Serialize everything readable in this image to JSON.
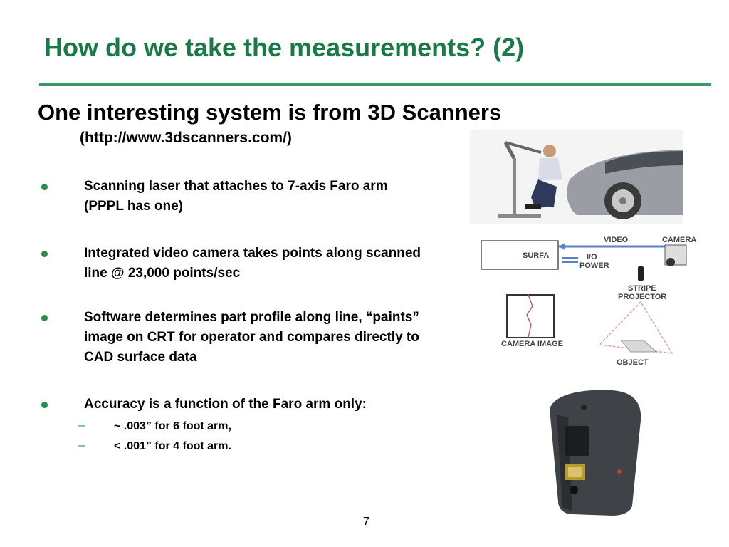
{
  "slide": {
    "title": "How do we take the measurements?  (2)",
    "subtitle": "One interesting system is from 3D Scanners",
    "url": "(http://www.3dscanners.com/)",
    "bullets": [
      "Scanning laser that attaches to 7-axis Faro arm (PPPL has one)",
      "Integrated video camera takes points along scanned line @ 23,000 points/sec",
      "Software determines part profile along line, “paints” image on CRT for operator and compares directly to CAD surface data",
      "Accuracy is a function of the Faro arm only:"
    ],
    "subbullets": [
      "~ .003” for 6 foot arm,",
      "< .001” for 4 foot arm."
    ],
    "page_number": "7"
  },
  "diagram": {
    "video": "VIDEO",
    "camera": "CAMERA",
    "surface": "SURFA",
    "io": "I/O",
    "power": "POWER",
    "stripe": "STRIPE",
    "projector": "PROJECTOR",
    "camera_image": "CAMERA IMAGE",
    "object": "OBJECT"
  },
  "colors": {
    "title": "#1a7a47",
    "rule": "#3a9a5c",
    "bullet": "#2a8a4f"
  }
}
